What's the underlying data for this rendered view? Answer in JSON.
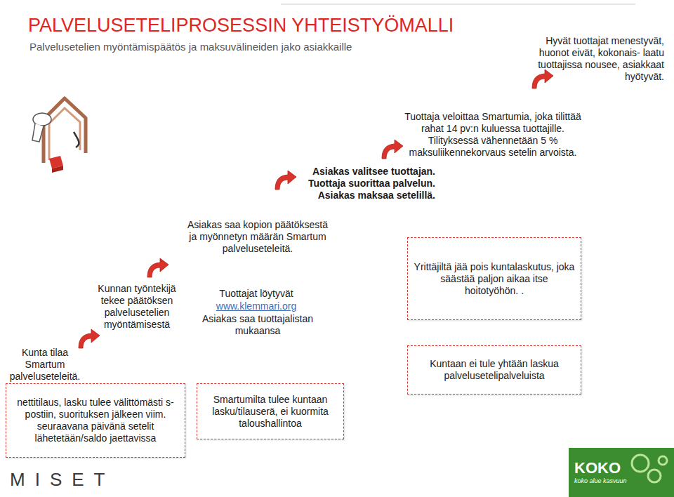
{
  "diagram": {
    "title": "PALVELUSETELIPROSESSIN YHTEISTYÖMALLI",
    "caption": "Palvelusetelien myöntämispäätös ja maksuvälineiden jako asiakkaille",
    "nodes": [
      {
        "text": [
          "nettitilaus, lasku tulee välittömästi s-postiin, suorituksen jälkeen viim. seuraavana päivänä setelit lähetetään/saldo jaettavissa"
        ]
      },
      {
        "text": [
          "Smartumilta tulee kuntaan lasku/tilauserä, ei kuormita taloushallintoa"
        ]
      },
      {
        "text": [
          "Yrittäjiltä jää pois kuntalaskutus, joka säästää paljon aikaa itse hoitotyöhön. ."
        ]
      },
      {
        "text": [
          "Kuntaan ei tule yhtään laskua palvelusetelipalveluista"
        ]
      }
    ],
    "labels": [
      "Kunta tilaa Smartum palveluseteleitä.",
      "Kunnan työntekijä tekee päätöksen palvelusetelien myöntämisestä",
      "Asiakas saa kopion päätöksestä ja myönnetyn määrän Smartum palveluseteleitä.",
      "Tuottajat löytyvät",
      "www.klemmari.org",
      "Asiakas saa tuottajalistan mukaansa",
      "Asiakas valitsee tuottajan. Tuottaja suorittaa palvelun. Asiakas maksaa setelillä.",
      "Tuottaja veloittaa Smartumia, joka tilittää rahat 14 pv:n kuluessa tuottajille. Tilityksessä vähennetään 5 % maksuliikennekorvaus setelin arvoista.",
      "Hyvät tuottajat menestyvät, huonot eivät, kokonais- laatu tuottajissa nousee, asiakkaat hyötyvät.",
      "MISET",
      "KOKO",
      "koko alue kasvuun"
    ]
  }
}
